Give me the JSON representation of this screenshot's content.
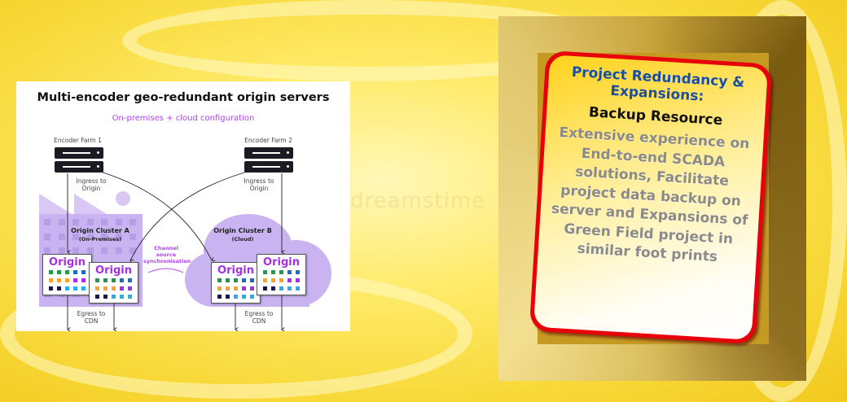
{
  "watermark": "dreamstime",
  "diagram": {
    "title": "Multi-encoder geo-redundant origin servers",
    "subtitle": "On-premises + cloud configuration",
    "encoder1": "Encoder Farm 1",
    "encoder2": "Encoder Farm 2",
    "ingress": "Ingress to Origin",
    "egress": "Egress to CDN",
    "clusterA": {
      "name": "Origin Cluster A",
      "type": "(On-Premises)"
    },
    "clusterB": {
      "name": "Origin Cluster B",
      "type": "(Cloud)"
    },
    "sync": "Channel source synchronisation",
    "origin_label": "Origin",
    "square_colors": [
      "#1f9a4e",
      "#1f9a4e",
      "#1f9a4e",
      "#1a6fc2",
      "#1a6fc2",
      "#f7a530",
      "#f7a530",
      "#f7a530",
      "#a52fe6",
      "#a52fe6",
      "#1b1850",
      "#1b1850",
      "#27b0e6",
      "#27b0e6",
      "#27b0e6"
    ]
  },
  "card": {
    "heading": "Project Redundancy & Expansions:",
    "subheading": "Backup Resource",
    "body": "Extensive experience on End-to-end  SCADA solutions, Facilitate project data backup on server and Expansions of Green Field project in similar foot prints"
  }
}
